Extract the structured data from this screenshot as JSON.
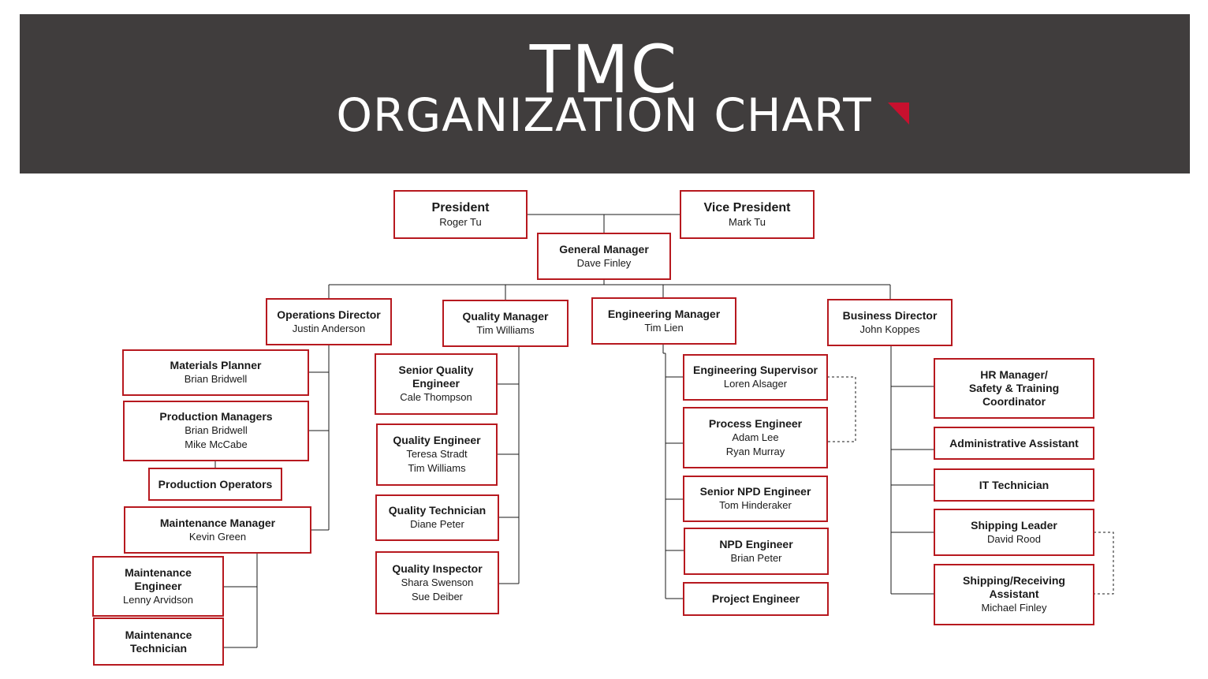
{
  "header": {
    "title": "TMC",
    "subtitle": "ORGANIZATION CHART",
    "accent_color": "#c8102e",
    "background_color": "#403d3d"
  },
  "box_border_color": "#b7191f",
  "roles": {
    "president": {
      "title": "President",
      "names": [
        "Roger Tu"
      ]
    },
    "vice_president": {
      "title": "Vice President",
      "names": [
        "Mark Tu"
      ]
    },
    "general_manager": {
      "title": "General Manager",
      "names": [
        "Dave Finley"
      ]
    },
    "operations_director": {
      "title": "Operations Director",
      "names": [
        "Justin Anderson"
      ]
    },
    "quality_manager": {
      "title": "Quality Manager",
      "names": [
        "Tim Williams"
      ]
    },
    "engineering_manager": {
      "title": "Engineering Manager",
      "names": [
        "Tim Lien"
      ]
    },
    "business_director": {
      "title": "Business Director",
      "names": [
        "John Koppes"
      ]
    },
    "materials_planner": {
      "title": "Materials Planner",
      "names": [
        "Brian Bridwell"
      ]
    },
    "production_managers": {
      "title": "Production Managers",
      "names": [
        "Brian Bridwell",
        "Mike McCabe"
      ]
    },
    "production_operators": {
      "title": "Production Operators",
      "names": []
    },
    "maintenance_manager": {
      "title": "Maintenance Manager",
      "names": [
        "Kevin Green"
      ]
    },
    "maintenance_engineer": {
      "title": "Maintenance\nEngineer",
      "names": [
        "Lenny Arvidson"
      ]
    },
    "maintenance_technician": {
      "title": "Maintenance\nTechnician",
      "names": []
    },
    "senior_quality_engineer": {
      "title": "Senior Quality\nEngineer",
      "names": [
        "Cale Thompson"
      ]
    },
    "quality_engineer": {
      "title": "Quality Engineer",
      "names": [
        "Teresa Stradt",
        "Tim Williams"
      ]
    },
    "quality_technician": {
      "title": "Quality Technician",
      "names": [
        "Diane Peter"
      ]
    },
    "quality_inspector": {
      "title": "Quality Inspector",
      "names": [
        "Shara Swenson",
        "Sue Deiber"
      ]
    },
    "engineering_supervisor": {
      "title": "Engineering Supervisor",
      "names": [
        "Loren Alsager"
      ]
    },
    "process_engineer": {
      "title": "Process Engineer",
      "names": [
        "Adam Lee",
        "Ryan Murray"
      ]
    },
    "senior_npd_engineer": {
      "title": "Senior NPD Engineer",
      "names": [
        "Tom Hinderaker"
      ]
    },
    "npd_engineer": {
      "title": "NPD Engineer",
      "names": [
        "Brian Peter"
      ]
    },
    "project_engineer": {
      "title": "Project Engineer",
      "names": []
    },
    "hr_manager": {
      "title": "HR Manager/\nSafety & Training\nCoordinator",
      "names": []
    },
    "administrative_assistant": {
      "title": "Administrative Assistant",
      "names": []
    },
    "it_technician": {
      "title": "IT Technician",
      "names": []
    },
    "shipping_leader": {
      "title": "Shipping Leader",
      "names": [
        "David Rood"
      ]
    },
    "shipping_receiving_assistant": {
      "title": "Shipping/Receiving\nAssistant",
      "names": [
        "Michael Finley"
      ]
    }
  }
}
